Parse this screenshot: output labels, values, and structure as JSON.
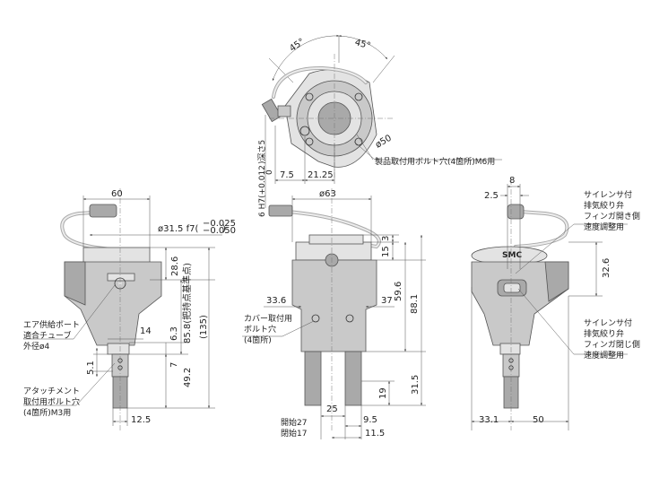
{
  "views": {
    "top": {
      "angle_left": "45°",
      "angle_right": "45°",
      "dia": "ø50",
      "dim_7_5": "7.5",
      "dim_21_25": "21.25",
      "bolt_note": "製品取付用ボルト穴(4箇所)M6用",
      "hole_spec_1": "6 H7(+0.012",
      "hole_spec_2": "0",
      "hole_spec_3": ")深さ5"
    },
    "left": {
      "w60": "60",
      "dia_spec": "ø31.5 f7(",
      "dia_tol_up": "−0.025",
      "dia_tol_dn": "−0.050",
      "dia_close": ")",
      "d28_6": "28.6",
      "d85_8": "85.8(把持点基準点)",
      "d135": "(135)",
      "d14": "14",
      "d6_3": "6.3",
      "d5_1": "5.1",
      "d7": "7",
      "d49_2": "49.2",
      "d12_5": "12.5",
      "air_port_1": "エア供給ポート",
      "air_port_2": "適合チューブ",
      "air_port_3": "外径ø4",
      "attach_1": "アタッチメント",
      "attach_2": "取付用ボルト穴",
      "attach_3": "(4箇所)M3用"
    },
    "front": {
      "d63": "ø63",
      "d3": "3",
      "d15": "15",
      "d59_6": "59.6",
      "d88_1": "88.1",
      "d33_6": "33.6",
      "d37": "37",
      "d25": "25",
      "d19": "19",
      "d31_5": "31.5",
      "d9_5": "9.5",
      "d11_5": "11.5",
      "open": "開始27",
      "close": "閉始17",
      "cover_1": "カバー取付用",
      "cover_2": "ボルト穴",
      "cover_3": "(4箇所)"
    },
    "right": {
      "d8": "8",
      "d2_5": "2.5",
      "d32_6": "32.6",
      "d33_1": "33.1",
      "d50": "50",
      "silencer_open_1": "サイレンサ付",
      "silencer_open_2": "排気絞り弁",
      "silencer_open_3": "フィンガ開き側",
      "silencer_open_4": "速度調整用",
      "silencer_close_1": "サイレンサ付",
      "silencer_close_2": "排気絞り弁",
      "silencer_close_3": "フィンガ閉じ側",
      "silencer_close_4": "速度調整用",
      "logo": "SMC"
    }
  }
}
